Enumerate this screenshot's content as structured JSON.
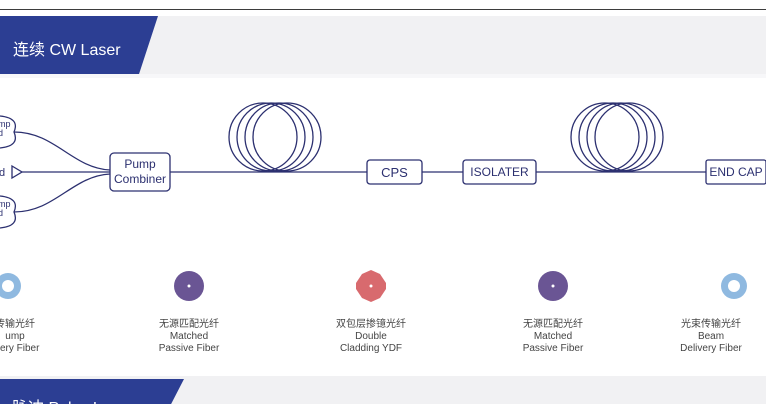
{
  "header": {
    "title": "连续 CW Laser"
  },
  "diagram": {
    "pump_labels": [
      "mp\nd",
      "d",
      "mp\nd"
    ],
    "pump_combiner": "Pump\nCombiner",
    "cps": "CPS",
    "isolater": "ISOLATER",
    "end_cap": "END CAP"
  },
  "fibers": [
    {
      "cn": "传输光纤",
      "en1": "ump",
      "en2": "livery Fiber",
      "color": "#8fb9e0"
    },
    {
      "cn": "无源匹配光纤",
      "en1": "Matched",
      "en2": "Passive Fiber",
      "color": "#6a5594"
    },
    {
      "cn": "双包层掺镱光纤",
      "en1": "Double",
      "en2": "Cladding YDF",
      "color": "#d86a6e"
    },
    {
      "cn": "无源匹配光纤",
      "en1": "Matched",
      "en2": "Passive Fiber",
      "color": "#6a5594"
    },
    {
      "cn": "光束传输光纤",
      "en1": "Beam",
      "en2": "Delivery Fiber",
      "color": "#8fb9e0"
    }
  ],
  "footer": {
    "title": "脉冲 Pulse Laser"
  }
}
